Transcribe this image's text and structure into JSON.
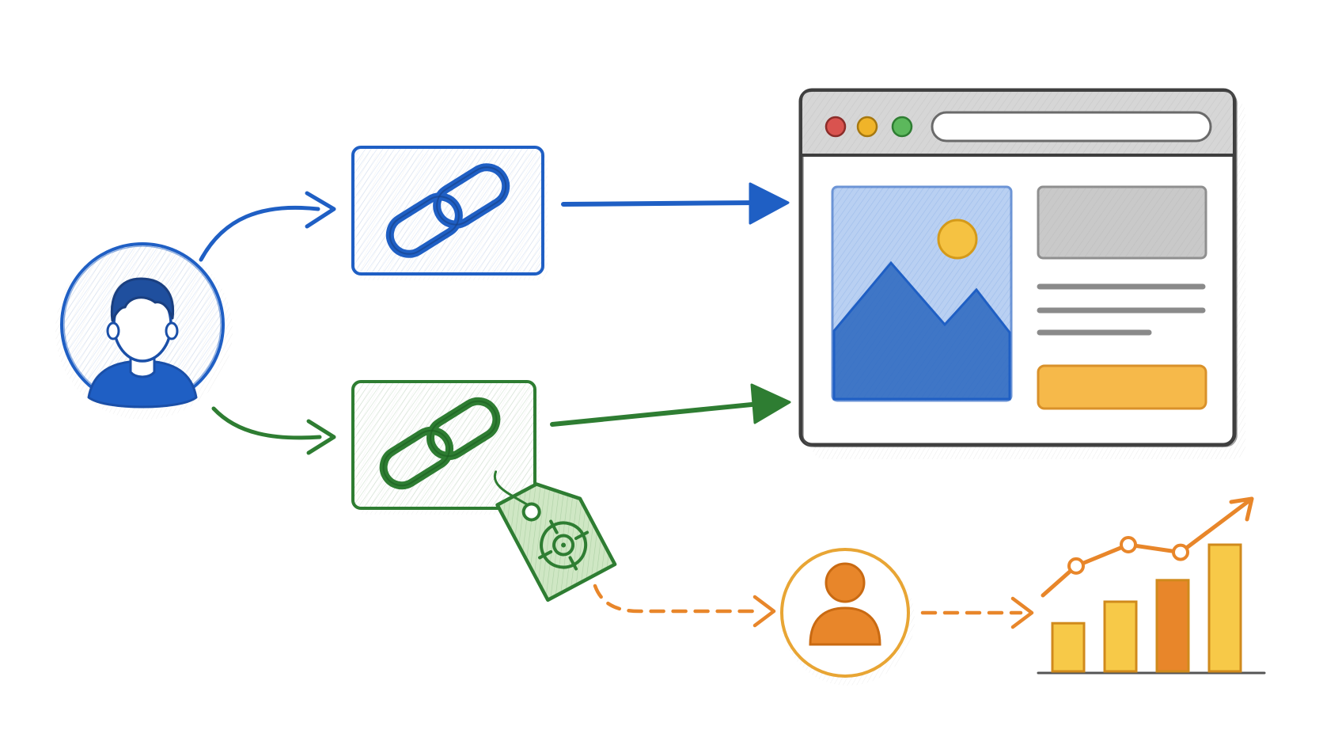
{
  "diagram": {
    "colors": {
      "background": "#ffffff",
      "direct_path": "#1f5fc4",
      "tracked_path": "#2e7d32",
      "conversion_path": "#e8862a",
      "browser_frame": "#4a4a4a",
      "browser_gray": "#bdbdbd",
      "hero_image": "#7ea6e0",
      "sun": "#f5c242",
      "cta_button": "#f6b94a",
      "bar_light": "#f7c948",
      "bar_dark": "#e8862a"
    },
    "nodes": [
      {
        "id": "visitor",
        "icon": "user-icon",
        "color": "#1f5fc4"
      },
      {
        "id": "plain-link",
        "icon": "link-icon",
        "color": "#1f5fc4"
      },
      {
        "id": "tracked-link",
        "icon": "link-icon",
        "color": "#2e7d32"
      },
      {
        "id": "utm-tag",
        "icon": "target-tag-icon",
        "color": "#2e7d32"
      },
      {
        "id": "website",
        "icon": "browser-window-icon",
        "color": "#4a4a4a"
      },
      {
        "id": "identified-visitor",
        "icon": "user-icon",
        "color": "#e8862a"
      },
      {
        "id": "growth-chart",
        "icon": "growth-chart-icon",
        "color": "#e8862a"
      }
    ],
    "edges": [
      {
        "from": "visitor",
        "to": "plain-link",
        "style": "solid",
        "color": "#1f5fc4"
      },
      {
        "from": "plain-link",
        "to": "website",
        "style": "solid",
        "color": "#1f5fc4"
      },
      {
        "from": "visitor",
        "to": "tracked-link",
        "style": "solid",
        "color": "#2e7d32"
      },
      {
        "from": "tracked-link",
        "to": "website",
        "style": "solid",
        "color": "#2e7d32"
      },
      {
        "from": "utm-tag",
        "to": "identified-visitor",
        "style": "dashed",
        "color": "#e8862a"
      },
      {
        "from": "identified-visitor",
        "to": "growth-chart",
        "style": "dashed",
        "color": "#e8862a"
      }
    ],
    "browser": {
      "window_controls": [
        "#d9534f",
        "#f0b429",
        "#5cb85c"
      ]
    },
    "growth": {
      "bar_levels": [
        0.38,
        0.55,
        0.72,
        1.0
      ],
      "trend_levels": [
        0.72,
        1.0,
        0.9,
        1.45
      ]
    }
  }
}
